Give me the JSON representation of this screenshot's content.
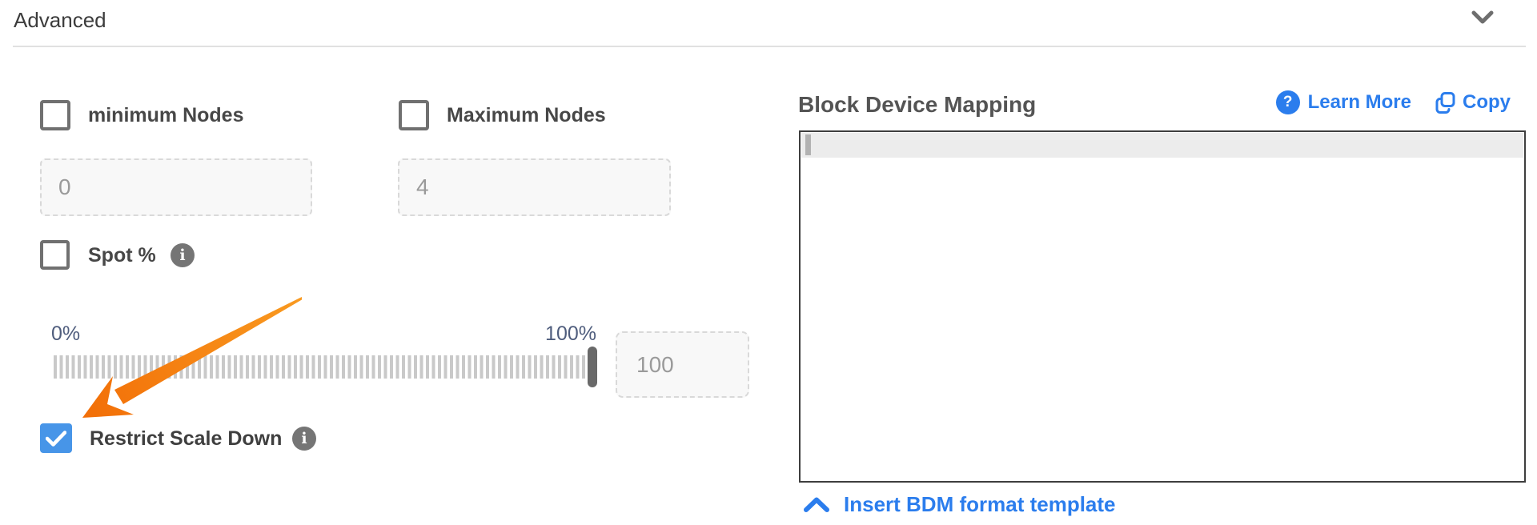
{
  "advanced": {
    "title": "Advanced"
  },
  "form": {
    "min_nodes": {
      "label": "minimum Nodes",
      "value": "0",
      "checked": false
    },
    "max_nodes": {
      "label": "Maximum Nodes",
      "value": "4",
      "checked": false
    },
    "spot": {
      "label": "Spot %",
      "checked": false
    },
    "slider": {
      "min_label": "0%",
      "max_label": "100%",
      "value": "100",
      "position_percent": 100
    },
    "restrict": {
      "label": "Restrict Scale Down",
      "checked": true
    }
  },
  "bdm": {
    "title": "Block Device Mapping",
    "learn_more_label": "Learn More",
    "copy_label": "Copy",
    "content": "",
    "insert_template_label": "Insert BDM format template"
  },
  "icons": {
    "header_chevron": "chevron-down-icon",
    "spot_info": "info-icon",
    "restrict_info": "info-icon",
    "learn_more": "question-circle-icon",
    "copy": "copy-icon",
    "insert": "chevron-up-icon",
    "annotation": "orange-arrow"
  },
  "colors": {
    "accent_blue": "#2b7ded",
    "checkbox_checked_blue": "#4795e8",
    "arrow_orange": "#f57c14",
    "slider_label_blue_gray": "#4f5d7d",
    "label_gray": "#474747"
  }
}
